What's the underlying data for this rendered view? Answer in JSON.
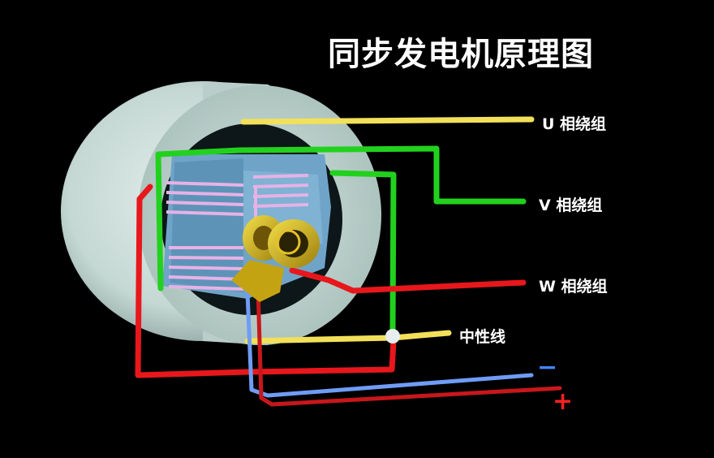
{
  "title": "同步发电机原理图",
  "labels": {
    "u": "U 相绕组",
    "v": "V 相绕组",
    "w": "W 相绕组",
    "neutral": "中性线",
    "minus": "−",
    "plus": "+"
  },
  "colors": {
    "u_phase": "#f2e05a",
    "v_phase": "#22d11e",
    "w_phase": "#e8171c",
    "neutral": "#f2e05a",
    "dc_minus": "#6f9cf5",
    "dc_plus": "#c8171c",
    "stator": "#c9dcd8",
    "rotor_core": "#6fa4c8",
    "rotor_coil": "#e6b2e6",
    "slip_ring": "#d9b61a"
  }
}
